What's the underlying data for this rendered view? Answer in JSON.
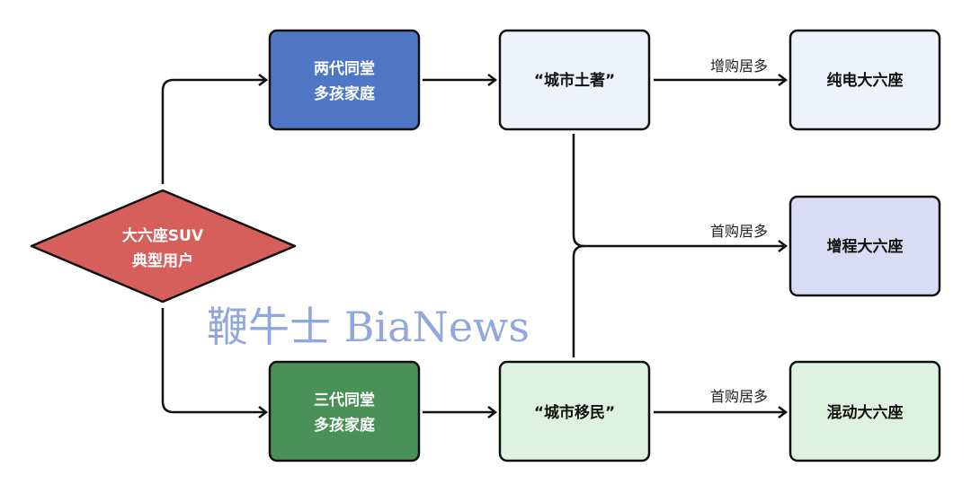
{
  "nodes": {
    "root": {
      "line1": "大六座SUV",
      "line2": "典型用户",
      "color": "#d65f5c"
    },
    "two_gen": {
      "line1": "两代同堂",
      "line2": "多孩家庭",
      "color": "#4f77c6"
    },
    "three_gen": {
      "line1": "三代同堂",
      "line2": "多孩家庭",
      "color": "#4a9158"
    },
    "locals": {
      "label": "“城市土著”",
      "color": "#eef2fb"
    },
    "migrants": {
      "label": "“城市移民”",
      "color": "#def2e0"
    },
    "bev": {
      "label": "纯电大六座",
      "color": "#eef2fb"
    },
    "erev": {
      "label": "增程大六座",
      "color": "#d9dcf3"
    },
    "hybrid": {
      "label": "混动大六座",
      "color": "#def2e0"
    }
  },
  "edges": {
    "locals_bev": "增购居多",
    "merge_erev": "首购居多",
    "migrants_hybrid": "首购居多"
  },
  "watermark": "鞭牛士 BiaNews"
}
